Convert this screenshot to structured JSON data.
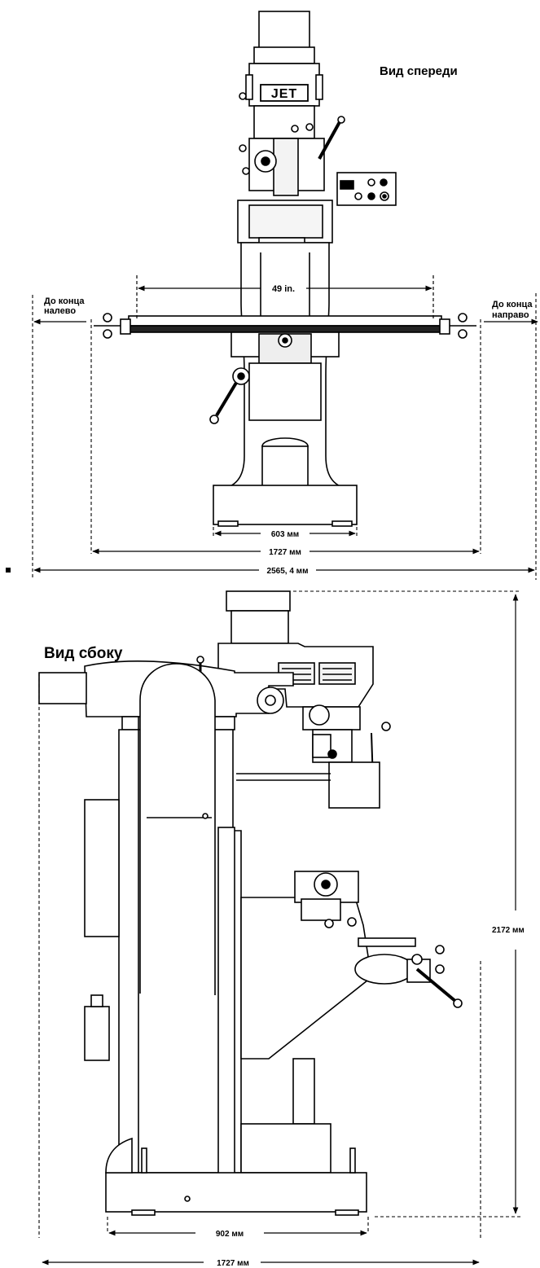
{
  "front_view": {
    "title": "Вид спереди",
    "logo_text": "JET",
    "travel_left_label_1": "До конца",
    "travel_left_label_2": "налево",
    "travel_right_label_1": "До конца",
    "travel_right_label_2": "направо",
    "table_length": "49 in.",
    "base_width": "603 мм",
    "table_span": "1727 мм",
    "overall_width": "2565, 4 мм"
  },
  "side_view": {
    "title": "Вид сбоку",
    "height": "2172 мм",
    "base_depth": "902 мм",
    "overall_depth": "1727 мм"
  }
}
